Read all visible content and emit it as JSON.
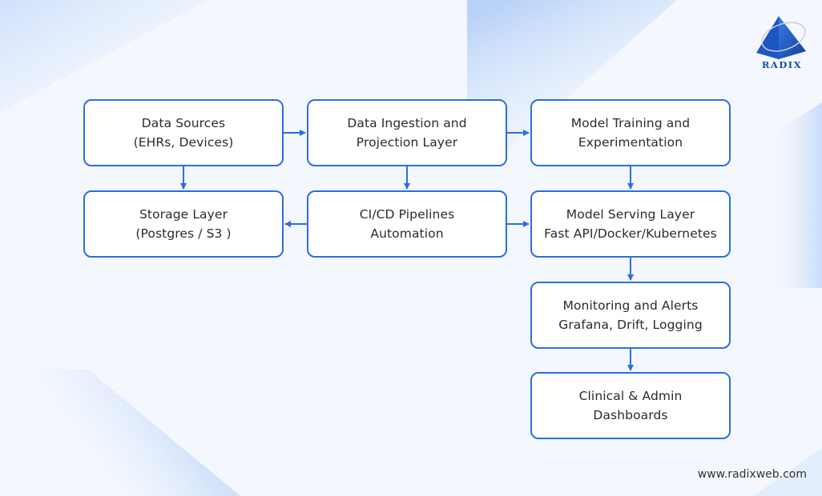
{
  "brand": {
    "name": "RADIX",
    "website": "www.radixweb.com",
    "primary_color": "#2a6fe0",
    "logo_color": "#1b4fa8"
  },
  "diagram": {
    "nodes": [
      {
        "id": "data-sources",
        "lines": [
          "Data Sources",
          "(EHRs, Devices)"
        ]
      },
      {
        "id": "data-ingestion",
        "lines": [
          "Data Ingestion and",
          "Projection Layer"
        ]
      },
      {
        "id": "model-training",
        "lines": [
          "Model Training and",
          "Experimentation"
        ]
      },
      {
        "id": "storage-layer",
        "lines": [
          "Storage Layer",
          "(Postgres / S3 )"
        ]
      },
      {
        "id": "cicd-pipelines",
        "lines": [
          "CI/CD Pipelines",
          "Automation"
        ]
      },
      {
        "id": "model-serving",
        "lines": [
          "Model Serving Layer",
          "Fast API/Docker/Kubernetes"
        ]
      },
      {
        "id": "monitoring",
        "lines": [
          "Monitoring and Alerts",
          "Grafana, Drift, Logging"
        ]
      },
      {
        "id": "dashboards",
        "lines": [
          "Clinical & Admin",
          "Dashboards"
        ]
      }
    ],
    "edges": [
      {
        "from": "data-sources",
        "to": "data-ingestion"
      },
      {
        "from": "data-ingestion",
        "to": "model-training"
      },
      {
        "from": "data-sources",
        "to": "storage-layer"
      },
      {
        "from": "data-ingestion",
        "to": "cicd-pipelines"
      },
      {
        "from": "model-training",
        "to": "model-serving"
      },
      {
        "from": "cicd-pipelines",
        "to": "storage-layer"
      },
      {
        "from": "cicd-pipelines",
        "to": "model-serving"
      },
      {
        "from": "model-serving",
        "to": "monitoring"
      },
      {
        "from": "monitoring",
        "to": "dashboards"
      }
    ]
  }
}
